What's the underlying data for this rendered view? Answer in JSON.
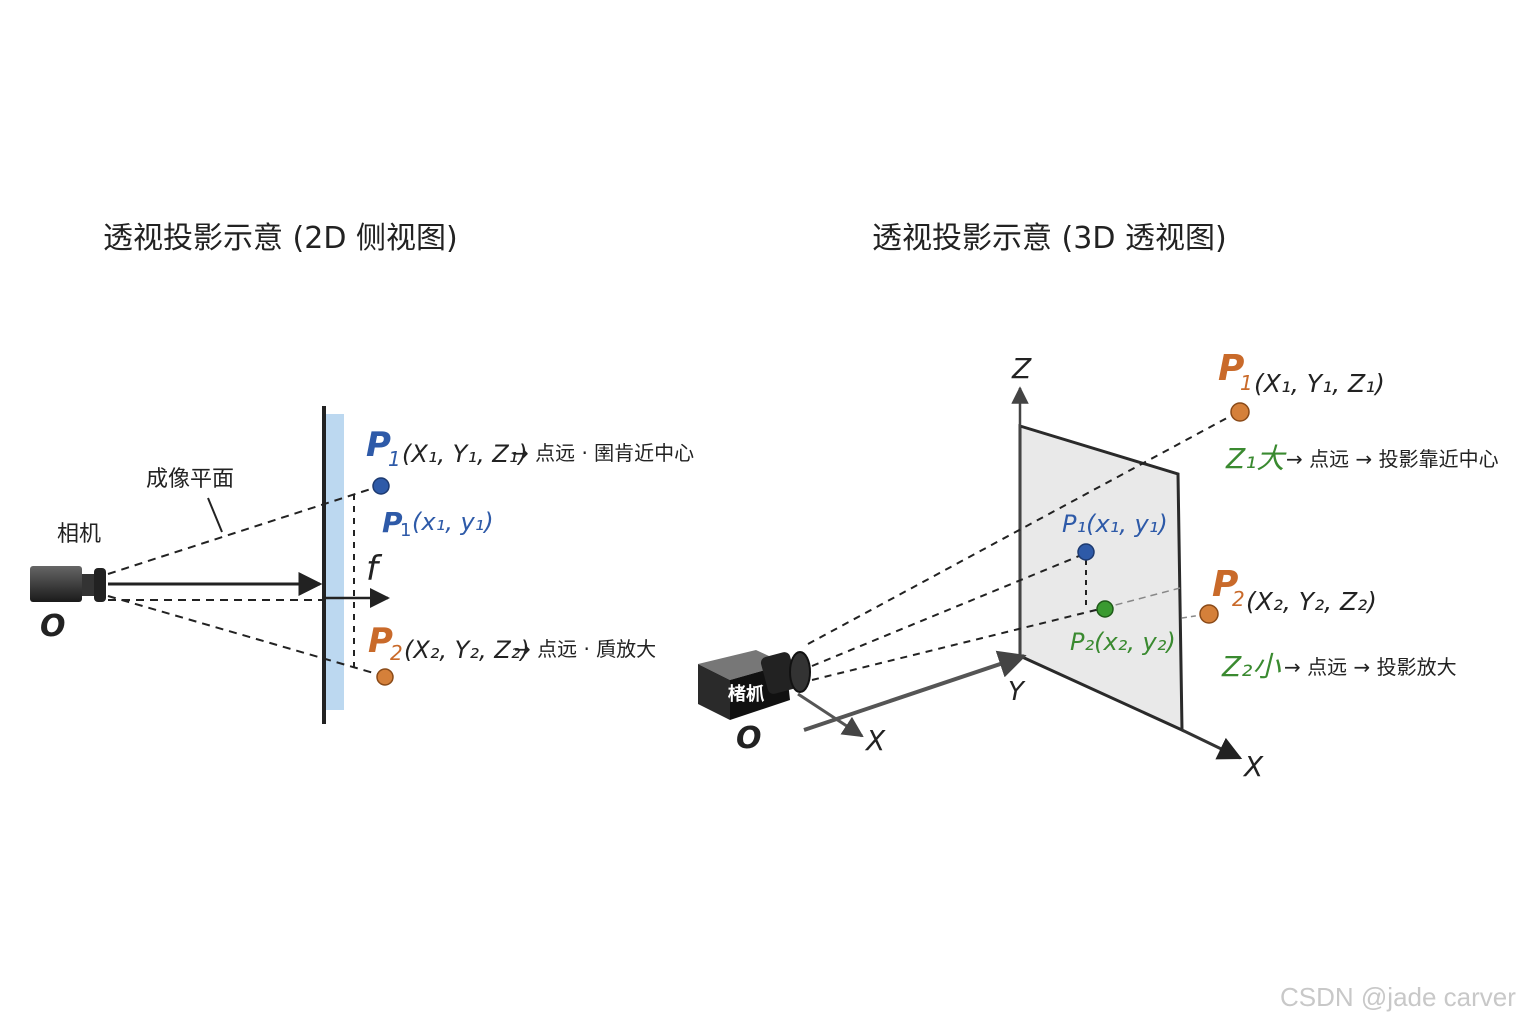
{
  "left": {
    "title": "透视投影示意 (2D 侧视图)",
    "label_plane": "成像平面",
    "label_camera": "相机",
    "label_origin": "O",
    "label_f": "f",
    "p1_name": "P",
    "p1_sub": "1",
    "p1_coords": "(X₁, Y₁, Z₁)",
    "p1_note": "→ 点远 · 圉肯近中心",
    "p1_img_name": "P",
    "p1_img_sub": "1",
    "p1_img_coords": "(x₁, y₁)",
    "p2_name": "P",
    "p2_sub": "2",
    "p2_coords": "(X₂, Y₂, Z₂)",
    "p2_note": "→ 点远 · 貭放大"
  },
  "right": {
    "title": "透视投影示意 (3D 透视图)",
    "axis_z": "Z",
    "axis_y": "Y",
    "axis_x_plane": "X",
    "axis_x_cam": "X",
    "label_origin": "O",
    "camera_label": "楮枛",
    "p1_name": "P",
    "p1_sub": "1",
    "p1_coords": "(X₁, Y₁, Z₁)",
    "z1_label": "Z₁大",
    "z1_note": "→ 点远 → 投影靠近中心",
    "p1_img_label": "P₁(x₁, y₁)",
    "p2_name": "P",
    "p2_sub": "2",
    "p2_coords": "(X₂, Y₂, Z₂)",
    "p2_img_label": "P₂(x₂, y₂)",
    "z2_label": "Z₂小",
    "z2_note": "→ 点远 → 投影放大"
  },
  "watermark": "CSDN @jade carver",
  "colors": {
    "blue": "#2e5aa8",
    "orange": "#c96a2a",
    "green": "#3a8a30",
    "plane_blue": "#bcd8f0",
    "plane_gray": "#e9e9e9"
  }
}
